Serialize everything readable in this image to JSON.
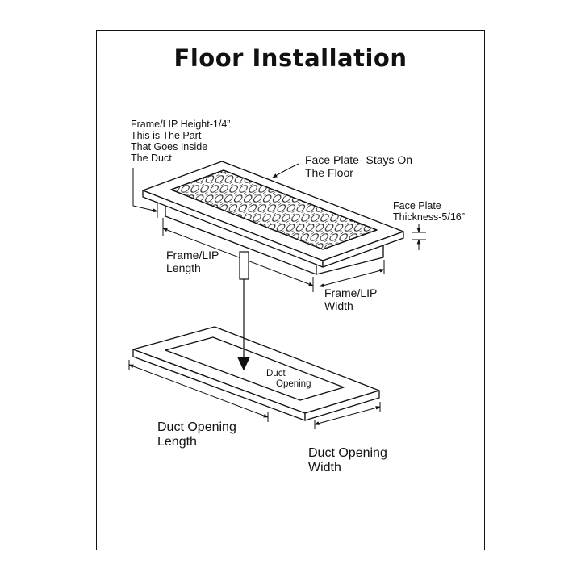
{
  "title": "Floor Installation",
  "labels": {
    "lip_height": [
      "Frame/LIP Height-1/4”",
      "This is The Part",
      "That Goes Inside",
      "The Duct"
    ],
    "face_plate": [
      "Face Plate- Stays On",
      "The Floor"
    ],
    "face_thickness": [
      "Face Plate",
      "Thickness-5/16”"
    ],
    "lip_length": [
      "Frame/LIP",
      "Length"
    ],
    "lip_width": [
      "Frame/LIP",
      "Width"
    ],
    "duct_opening": [
      "Duct",
      "Opening"
    ],
    "duct_length": [
      "Duct Opening",
      "Length"
    ],
    "duct_width": [
      "Duct Opening",
      "Width"
    ]
  },
  "colors": {
    "stroke": "#111111",
    "background": "#ffffff"
  }
}
